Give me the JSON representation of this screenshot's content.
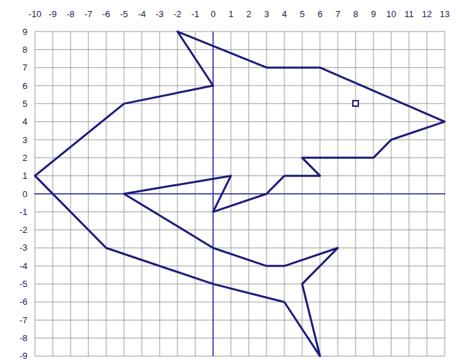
{
  "diagram": {
    "labels": [
      "-10",
      "-9",
      "-8",
      "-7",
      "-6",
      "-5",
      "-4",
      "-3",
      "-2",
      "-1",
      "0",
      "1",
      "2",
      "3",
      "4",
      "5",
      "6",
      "7",
      "8",
      "9",
      "10",
      "11",
      "12",
      "13",
      "9",
      "8",
      "7",
      "6",
      "5",
      "4",
      "3",
      "2",
      "1",
      "0",
      "-1",
      "-2",
      "-3",
      "-4",
      "-5",
      "-6",
      "-7",
      "-8",
      "-9"
    ]
  }
}
